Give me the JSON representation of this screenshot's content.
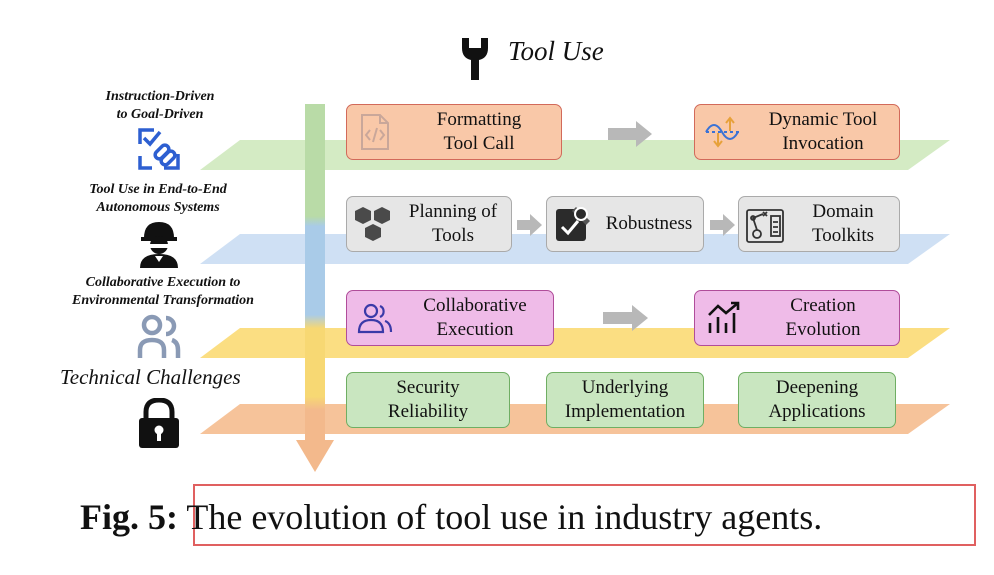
{
  "header": {
    "title": "Tool Use",
    "icon": "wrench-icon"
  },
  "stages": [
    {
      "label_line1": "Instruction-Driven",
      "label_line2": "to Goal-Driven",
      "icon": "link-check-icon"
    },
    {
      "label_line1": "Tool Use in End-to-End",
      "label_line2": "Autonomous Systems",
      "icon": "worker-icon"
    },
    {
      "label_line1": "Collaborative Execution to",
      "label_line2": "Environmental Transformation",
      "icon": "people-icon"
    },
    {
      "label_line1": "Technical Challenges",
      "icon": "lock-icon"
    }
  ],
  "layer1": {
    "box1": {
      "line1": "Formatting",
      "line2": "Tool Call",
      "icon": "code-file-icon"
    },
    "box2": {
      "line1": "Dynamic Tool",
      "line2": "Invocation",
      "icon": "wave-arrows-icon"
    }
  },
  "layer2": {
    "box1": {
      "line1": "Planning of",
      "line2": "Tools",
      "icon": "hexagons-icon"
    },
    "box2": {
      "line1": "Robustness",
      "icon": "wrench-check-icon"
    },
    "box3": {
      "line1": "Domain",
      "line2": "Toolkits",
      "icon": "robot-arm-icon"
    }
  },
  "layer3": {
    "box1": {
      "line1": "Collaborative",
      "line2": "Execution",
      "icon": "users-icon"
    },
    "box2": {
      "line1": "Creation",
      "line2": "Evolution",
      "icon": "growth-chart-icon"
    }
  },
  "layer4": {
    "box1": {
      "line1": "Security",
      "line2": "Reliability"
    },
    "box2": {
      "line1": "Underlying",
      "line2": "Implementation"
    },
    "box3": {
      "line1": "Deepening",
      "line2": "Applications"
    }
  },
  "caption": {
    "label": "Fig. 5:",
    "text": "The evolution of tool use in industry agents."
  },
  "colors": {
    "layer1": "#d4ebc4",
    "layer2": "#cfe0f4",
    "layer3": "#fbde82",
    "layer4": "#f6c39a",
    "highlight": "#e06060"
  }
}
